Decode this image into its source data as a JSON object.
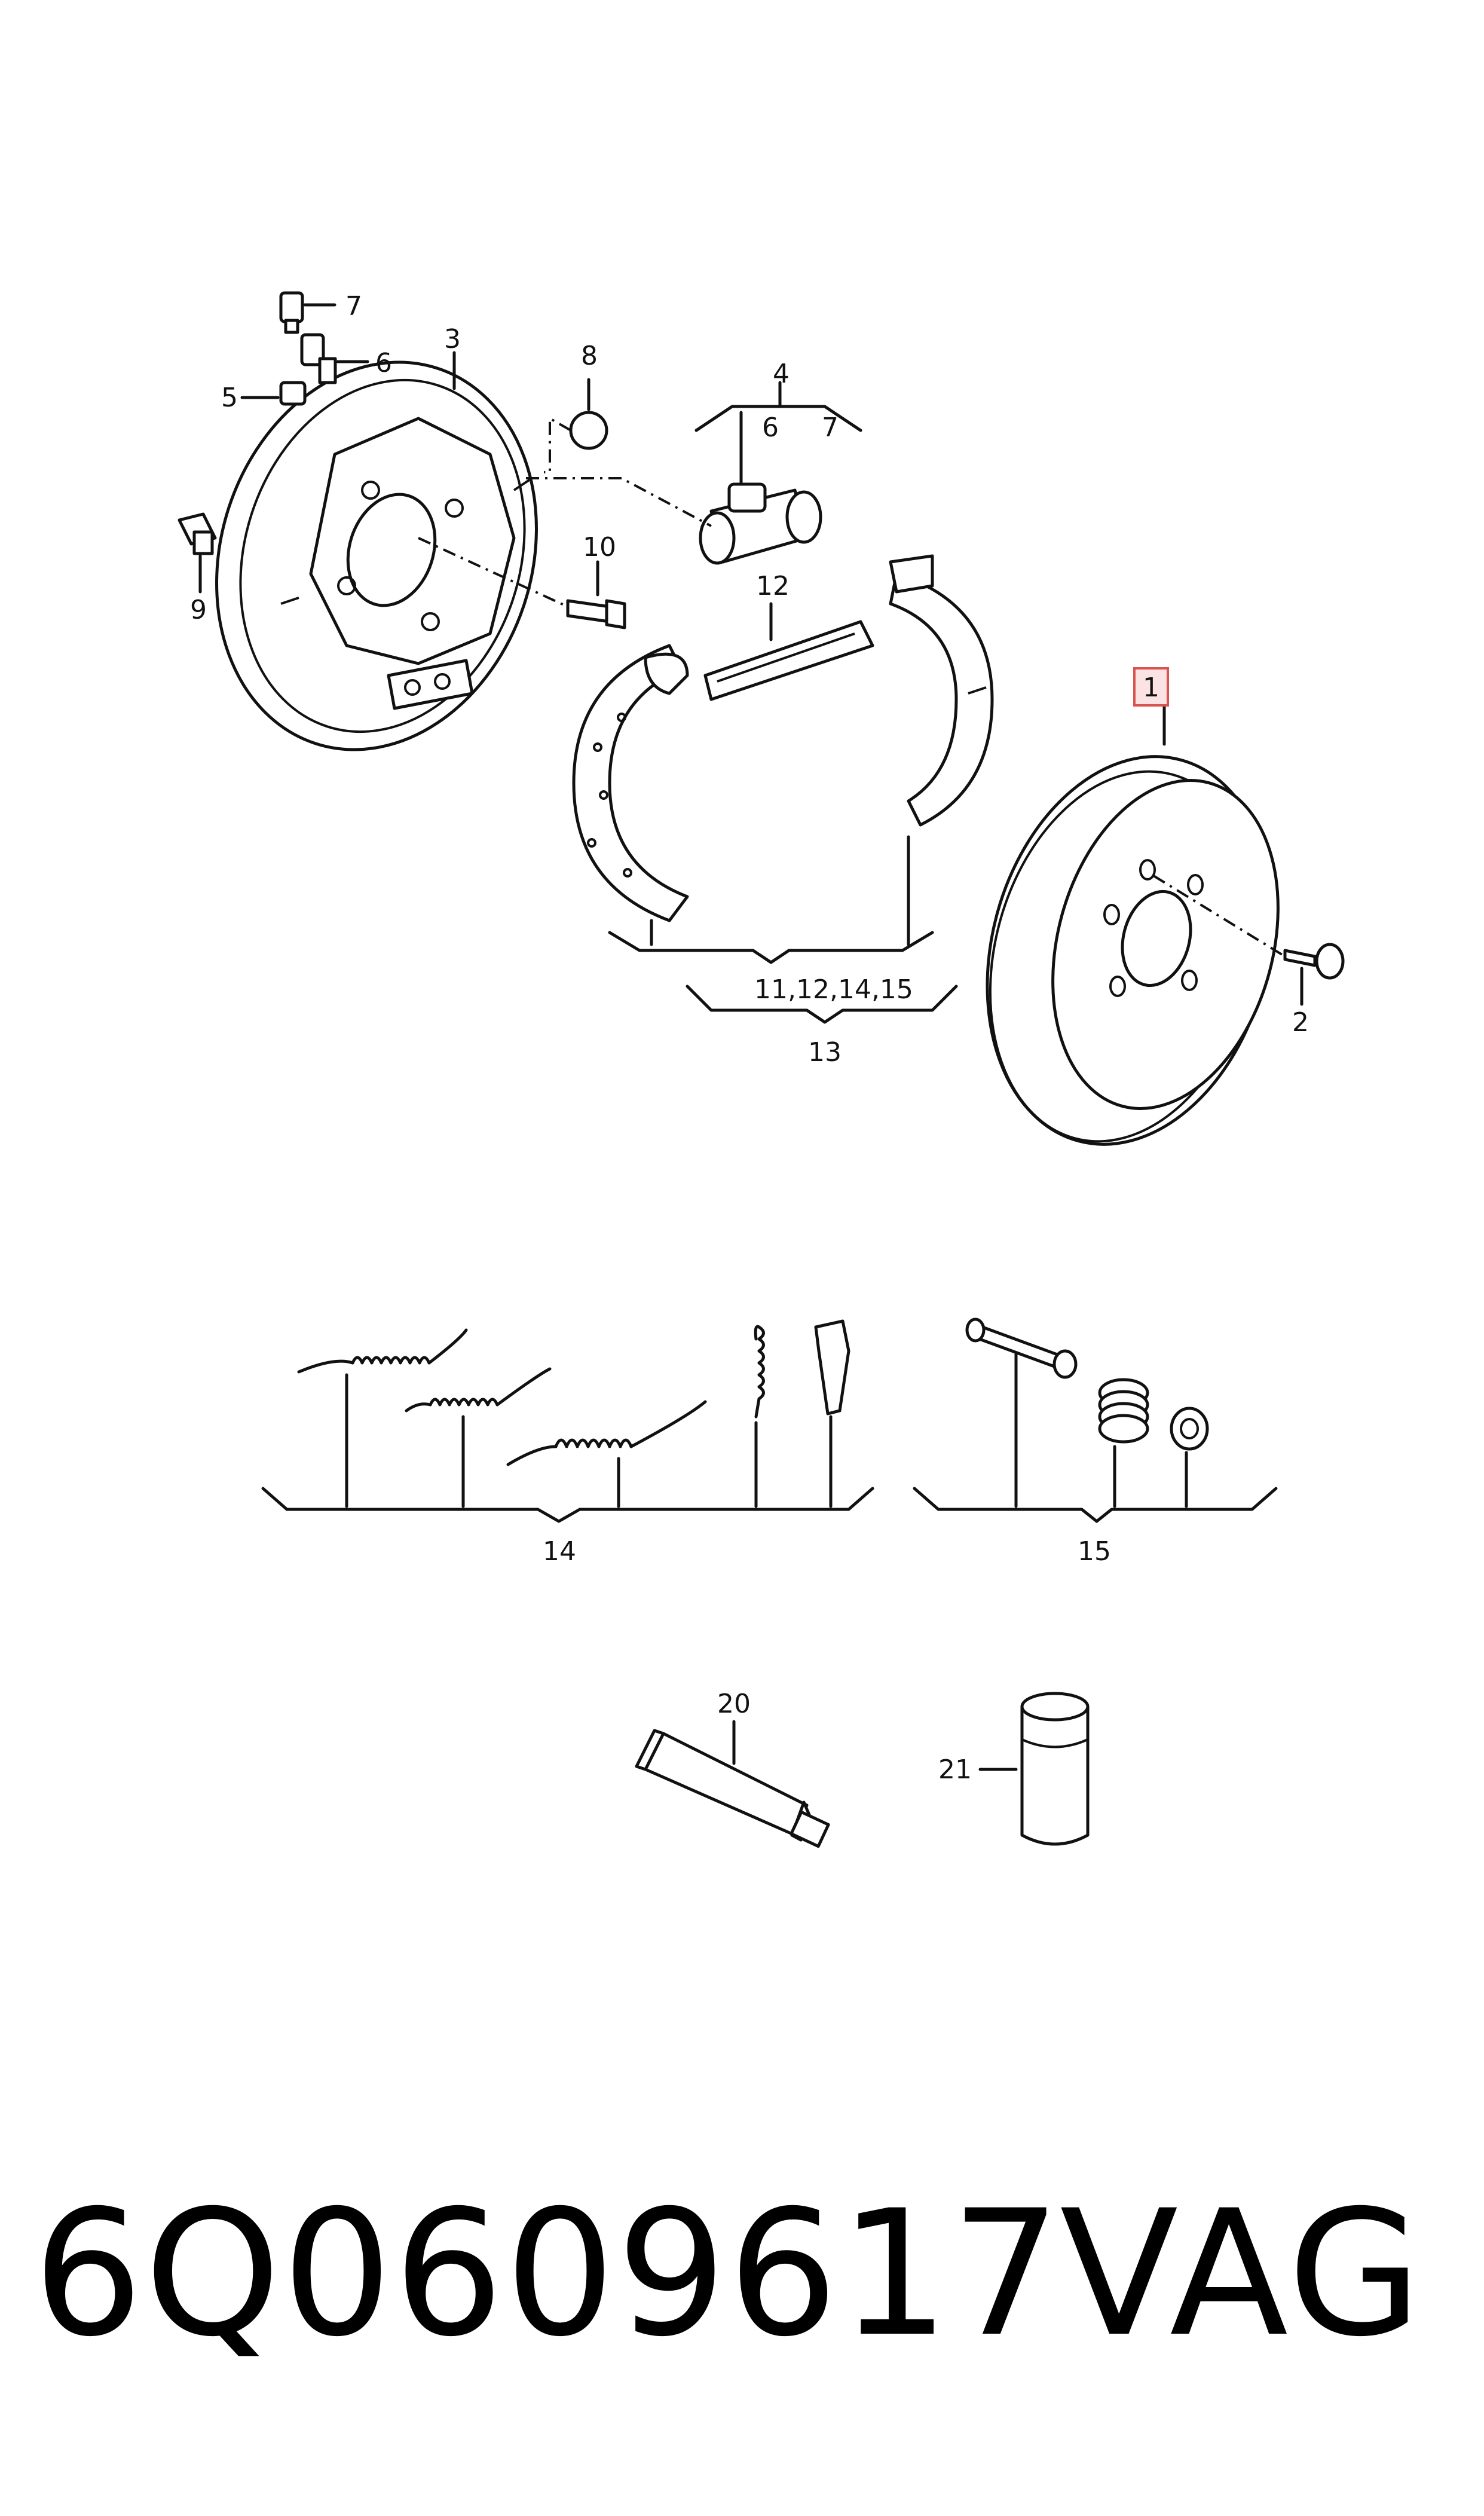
{
  "callouts": {
    "c1": "1",
    "c2": "2",
    "c3": "3",
    "c4": "4",
    "c4a": "6",
    "c4b": "7",
    "c5": "5",
    "c6": "6",
    "c7": "7",
    "c8": "8",
    "c9": "9",
    "c10": "10",
    "c12": "12",
    "c11_group": "11,12,14,15",
    "c13": "13",
    "c14": "14",
    "c15": "15",
    "c20": "20",
    "c21": "21"
  },
  "highlighted_item": "1",
  "footer": {
    "part_number": "6Q0609617",
    "brand": "VAG"
  },
  "colors": {
    "line": "#111111",
    "highlight_fill": "#fbe3e3",
    "highlight_stroke": "#d9534f"
  }
}
